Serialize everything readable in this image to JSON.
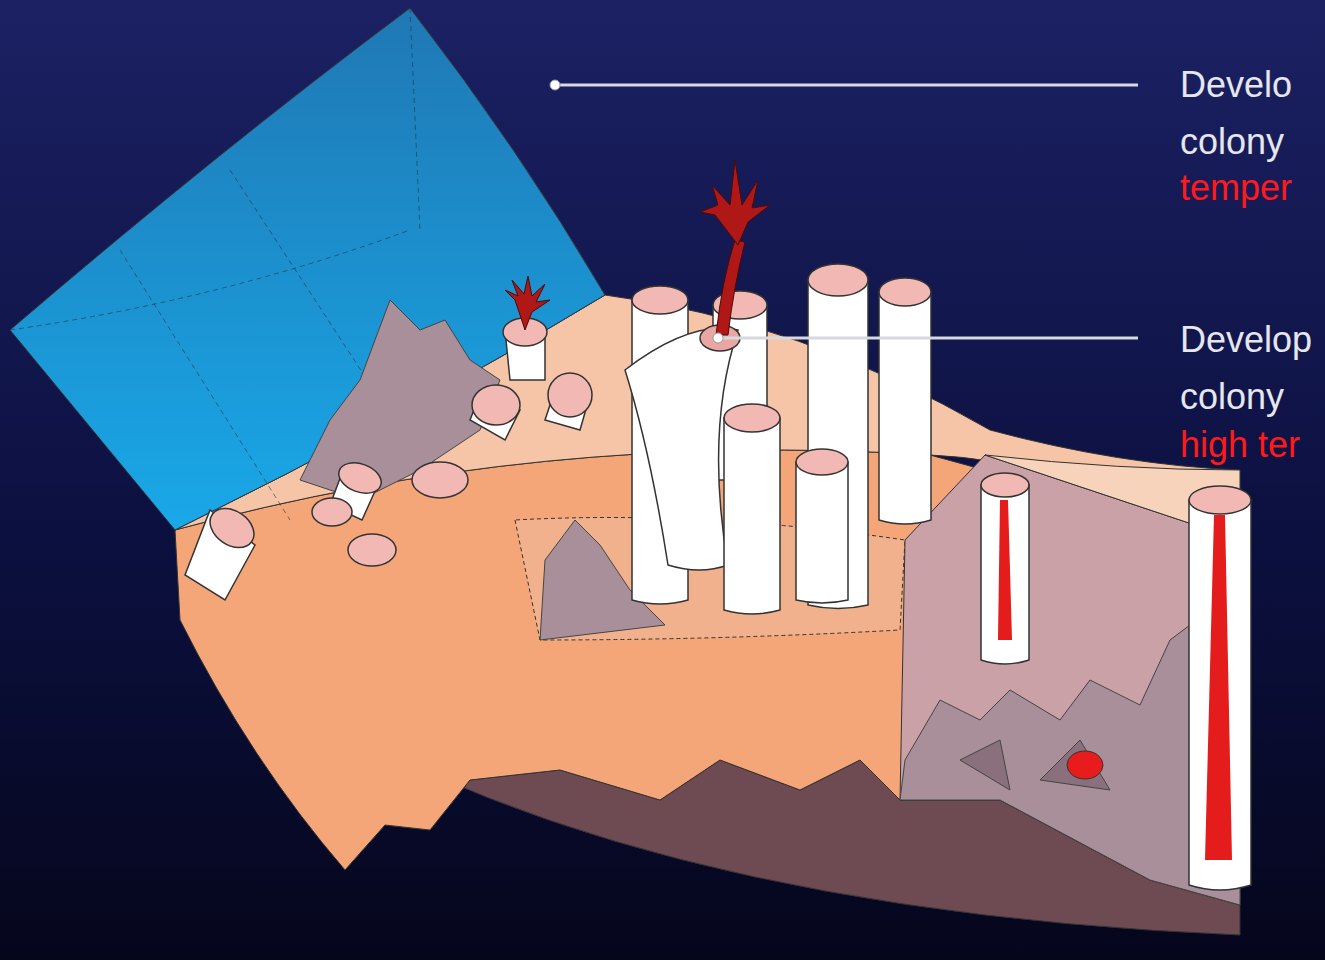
{
  "diagram": {
    "labels": [
      "Develo",
      "colony",
      "temper",
      "Develop",
      "colony",
      "high ter"
    ]
  }
}
